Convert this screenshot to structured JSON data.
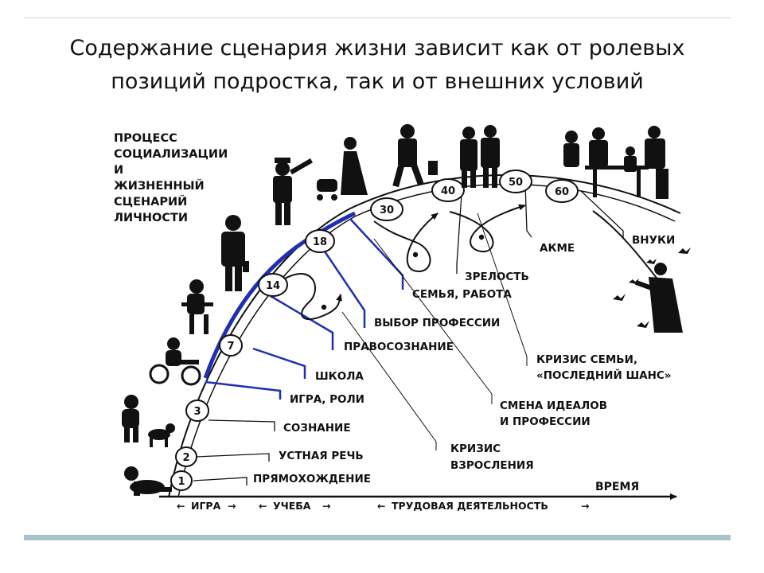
{
  "title": {
    "line1": "Содержание сценария жизни зависит как от ролевых",
    "line2": "позиций подростка, так и  от внешних условий"
  },
  "heading": [
    "ПРОЦЕСС",
    "СОЦИАЛИЗАЦИИ",
    "И",
    "ЖИЗНЕННЫЙ",
    "СЦЕНАРИЙ",
    "ЛИЧНОСТИ"
  ],
  "ages": [
    "1",
    "2",
    "3",
    "7",
    "14",
    "18",
    "30",
    "40",
    "50",
    "60"
  ],
  "stages": {
    "walking": "ПРЯМОХОЖДЕНИЕ",
    "speech": "УСТНАЯ РЕЧЬ",
    "consciousness": "СОЗНАНИЕ",
    "play": "ИГРА, РОЛИ",
    "school": "ШКОЛА",
    "legal": "ПРАВОСОЗНАНИЕ",
    "profession": "ВЫБОР ПРОФЕССИИ",
    "family": "СЕМЬЯ, РАБОТА",
    "maturity": "ЗРЕЛОСТЬ",
    "acme": "АКМЕ",
    "grandchildren": "ВНУКИ"
  },
  "crises": {
    "adulthood": [
      "КРИЗИС",
      "ВЗРОСЛЕНИЯ"
    ],
    "ideals": [
      "СМЕНА ИДЕАЛОВ",
      "И ПРОФЕССИИ"
    ],
    "family": [
      "КРИЗИС СЕМЬИ,",
      "«ПОСЛЕДНИЙ ШАНС»"
    ]
  },
  "axis": {
    "time": "ВРЕМЯ",
    "play": "ИГРА",
    "study": "УЧЕБА",
    "work": "ТРУДОВАЯ ДЕЯТЕЛЬНОСТЬ"
  },
  "colors": {
    "accent": "#1f2fb0",
    "ink": "#111111",
    "footer": "#a9c3cc"
  }
}
